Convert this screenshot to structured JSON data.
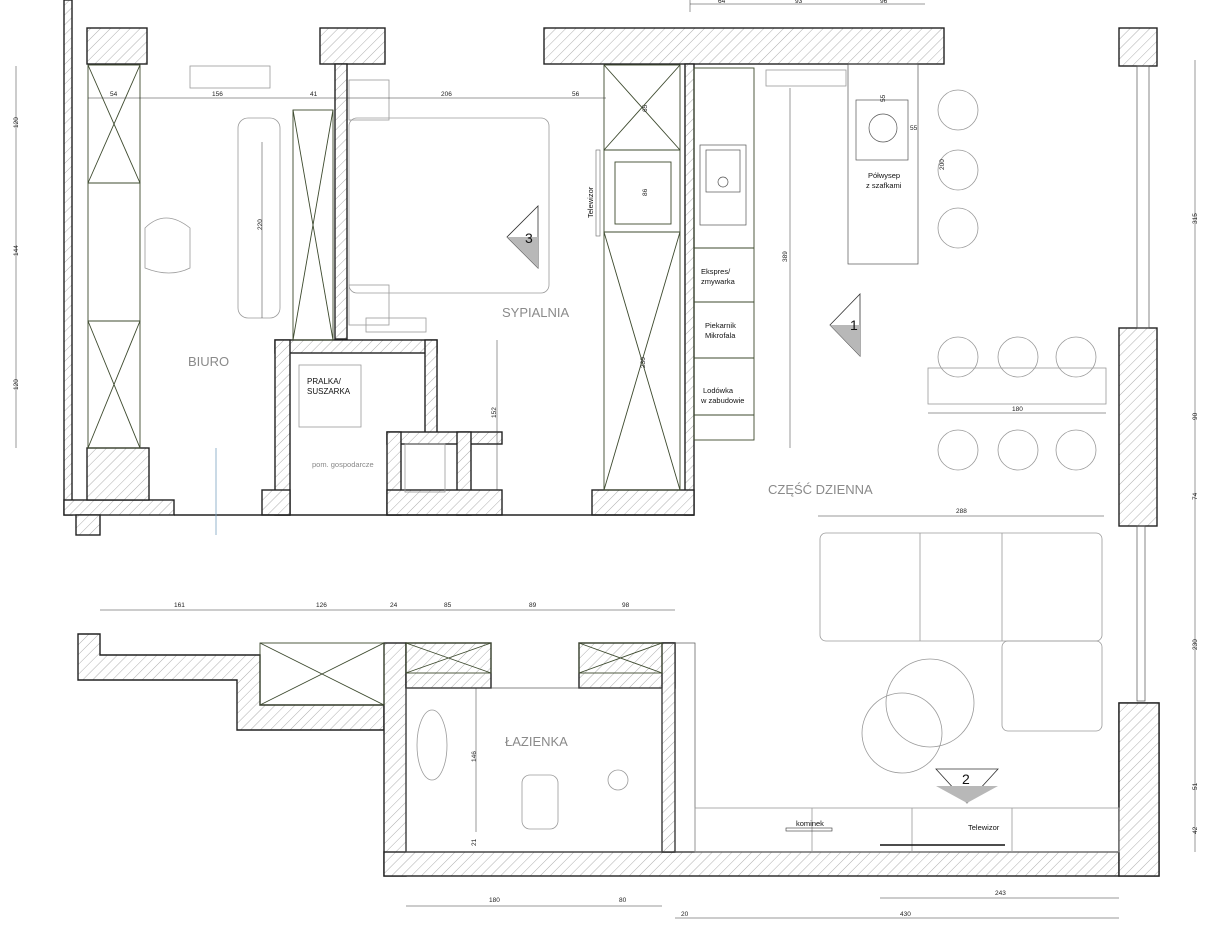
{
  "rooms": {
    "biuro": "BIURO",
    "sypialnia": "SYPIALNIA",
    "czesc_dzienna": "CZĘŚĆ DZIENNA",
    "lazienka": "ŁAZIENKA",
    "gospodarcze": "pom. gospodarcze"
  },
  "labels": {
    "pralka_1": "PRALKA/",
    "pralka_2": "SUSZARKA",
    "telewizor_v": "Telewizor",
    "ekspres_1": "Ekspres/",
    "ekspres_2": "zmywarka",
    "piekarnik_1": "Piekarnik",
    "piekarnik_2": "Mikrofala",
    "lodowka_1": "Lodówka",
    "lodowka_2": "w zabudowie",
    "polwysep_1": "Półwysep",
    "polwysep_2": "z szafkami",
    "kominek": "kominek",
    "telewizor_h": "Telewizor"
  },
  "markers": {
    "m1": "1",
    "m2": "2",
    "m3": "3"
  },
  "dims": {
    "top_54": "54",
    "top_156": "156",
    "top_41": "41",
    "top_206": "206",
    "top_56": "56",
    "d_220": "220",
    "d_86": "86",
    "d_65": "65",
    "d_55a": "55",
    "d_55b": "55",
    "d_200": "200",
    "d_389": "389",
    "d_230v": "230",
    "d_152": "152",
    "d_180t": "180",
    "d_288": "288",
    "left_120a": "120",
    "left_144": "144",
    "left_120b": "120",
    "right_315": "315",
    "right_90": "90",
    "right_74": "74",
    "right_230": "230",
    "right_51": "51",
    "right_42": "42",
    "mid_161": "161",
    "mid_126": "126",
    "mid_24": "24",
    "mid_85": "85",
    "mid_89": "89",
    "mid_98": "98",
    "d_146": "146",
    "d_21": "21",
    "bot_180": "180",
    "bot_80": "80",
    "bot_243": "243",
    "bot_20": "20",
    "bot_430": "430",
    "topstub_64": "64",
    "topstub_93": "93",
    "topstub_96": "96"
  }
}
